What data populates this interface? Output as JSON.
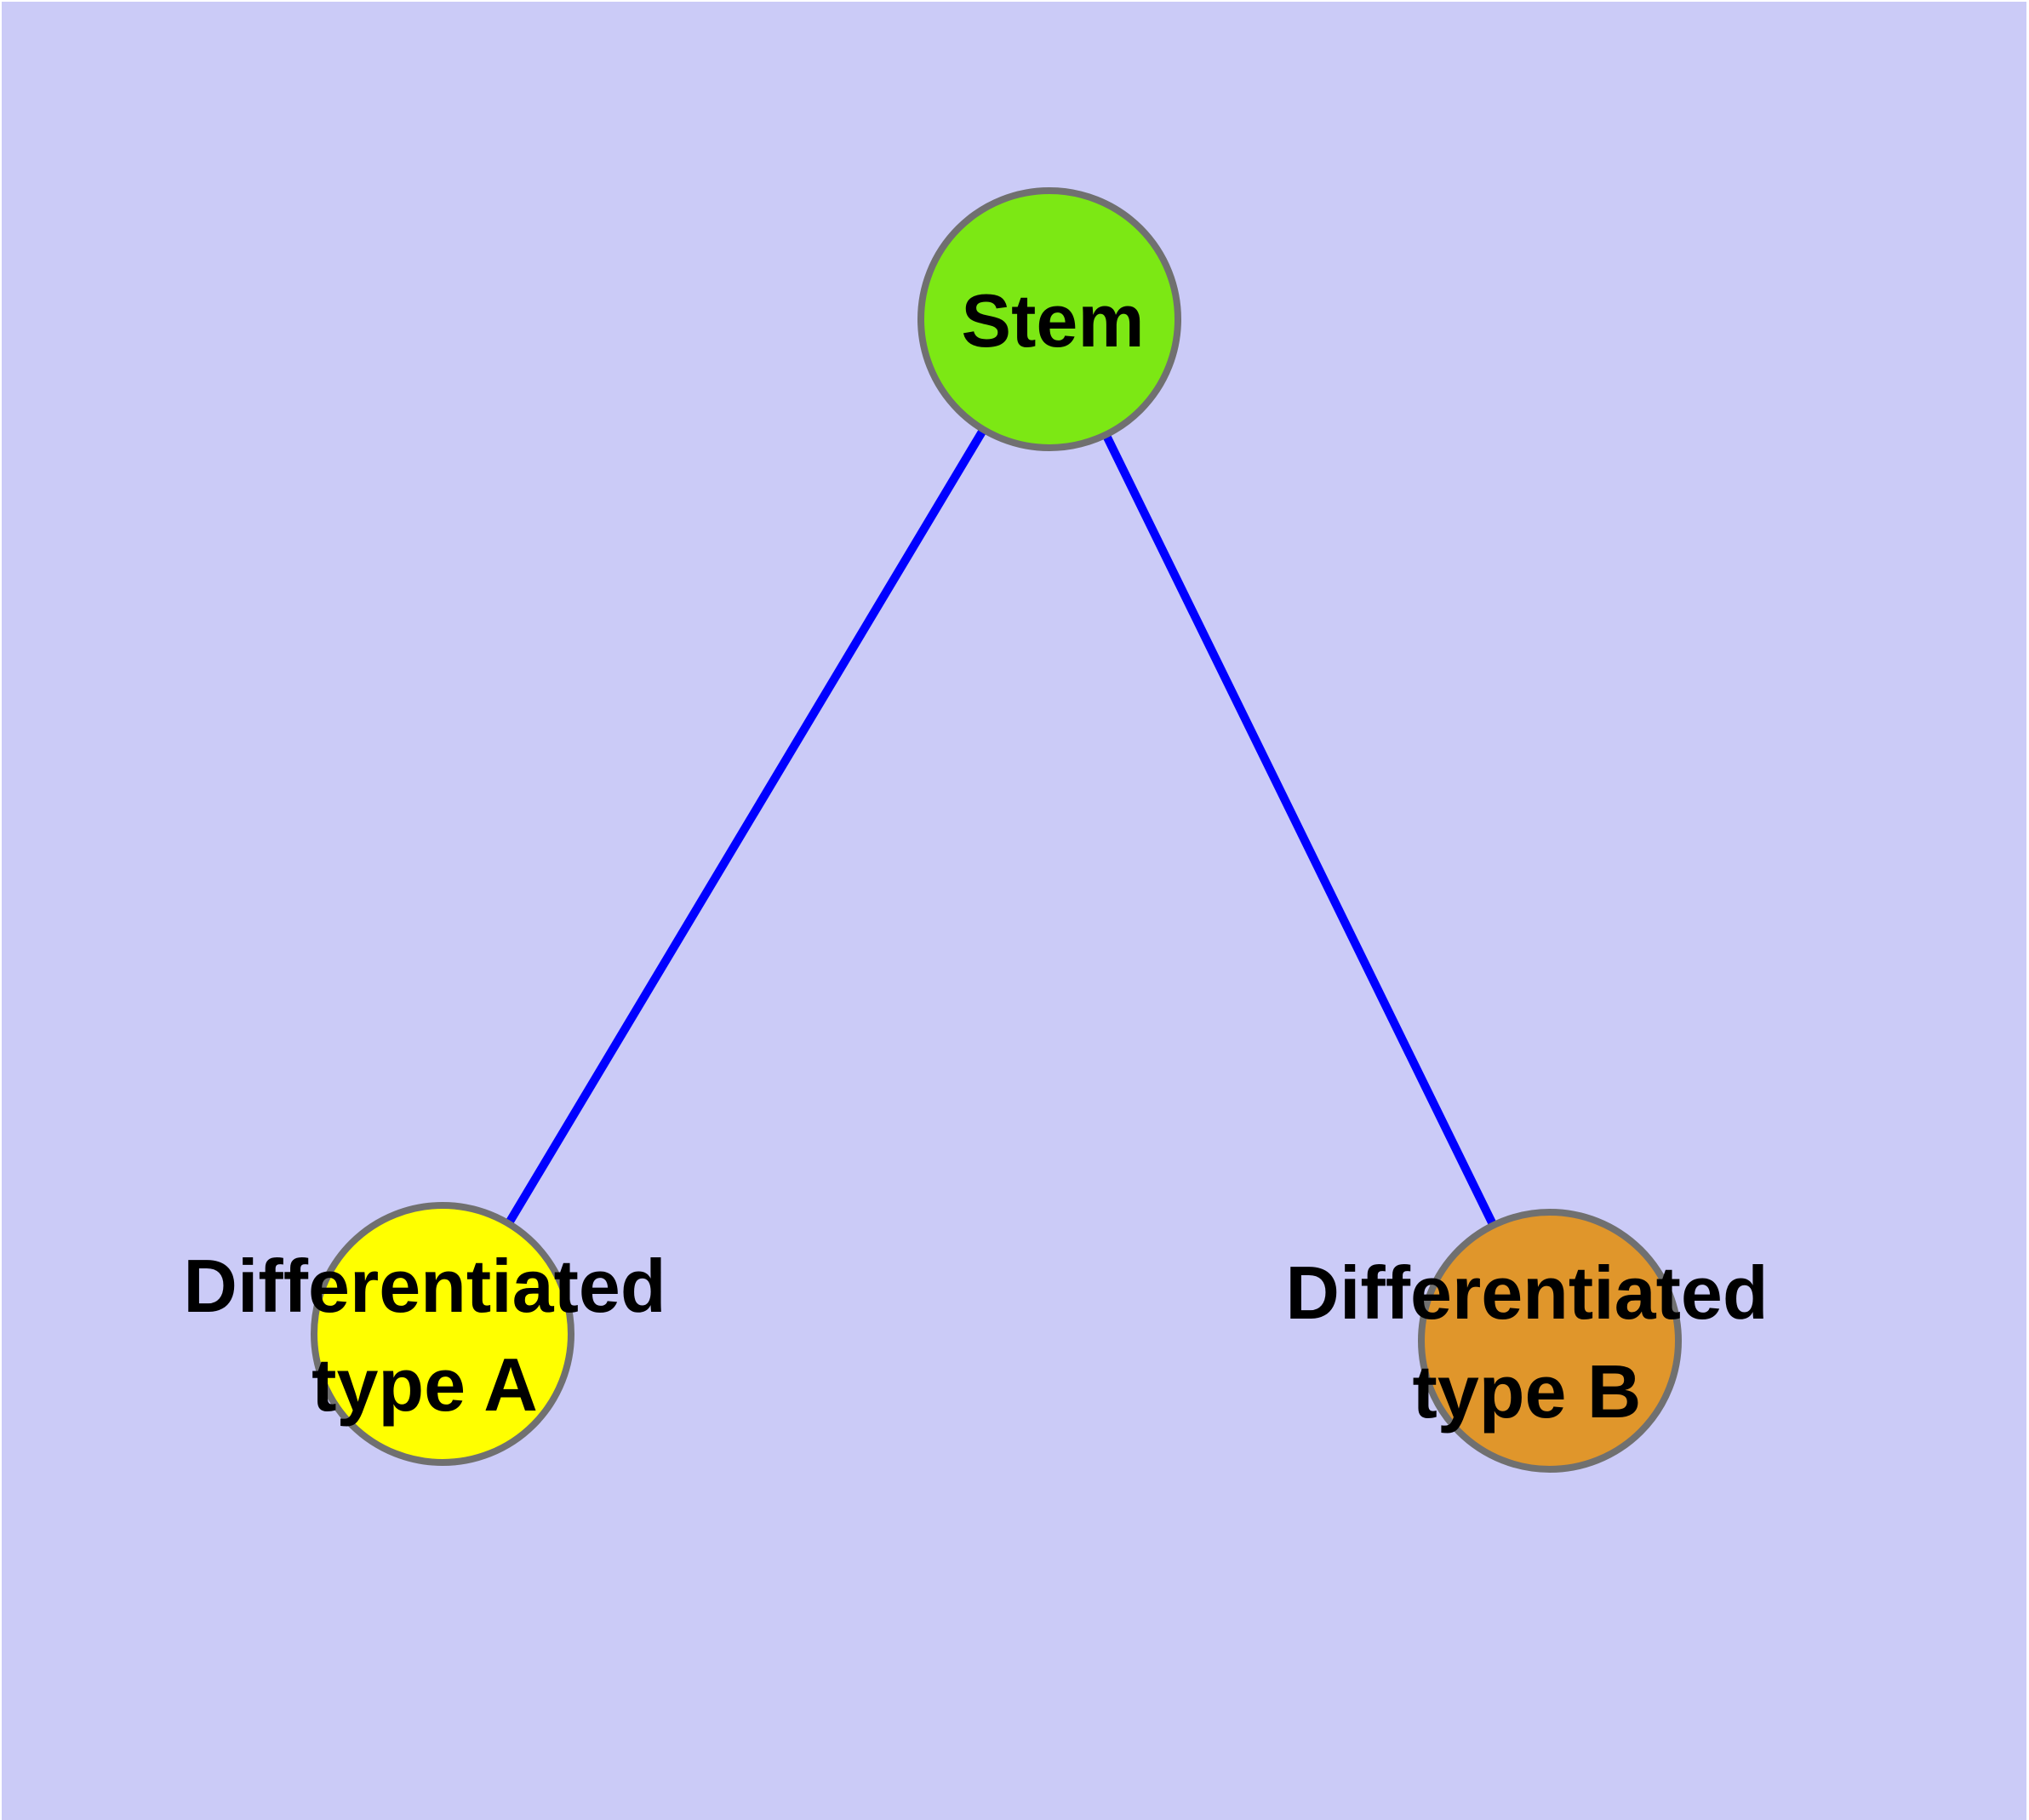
{
  "diagram": {
    "title": "cell differentiation graph",
    "background_color": "#CBCBF7",
    "edge_color": "#0000FF",
    "node_border_color": "#707070",
    "nodes": [
      {
        "id": "stem",
        "label": "Stem",
        "fill": "#7CE814"
      },
      {
        "id": "type-a",
        "label": "Differentiated\ntype A",
        "fill": "#FFFF00"
      },
      {
        "id": "type-b",
        "label": "Differentiated\ntype B",
        "fill": "#E0962B"
      }
    ],
    "edges": [
      {
        "from": "Stem",
        "to": "Differentiated type A"
      },
      {
        "from": "Stem",
        "to": "Differentiated type B"
      }
    ]
  }
}
